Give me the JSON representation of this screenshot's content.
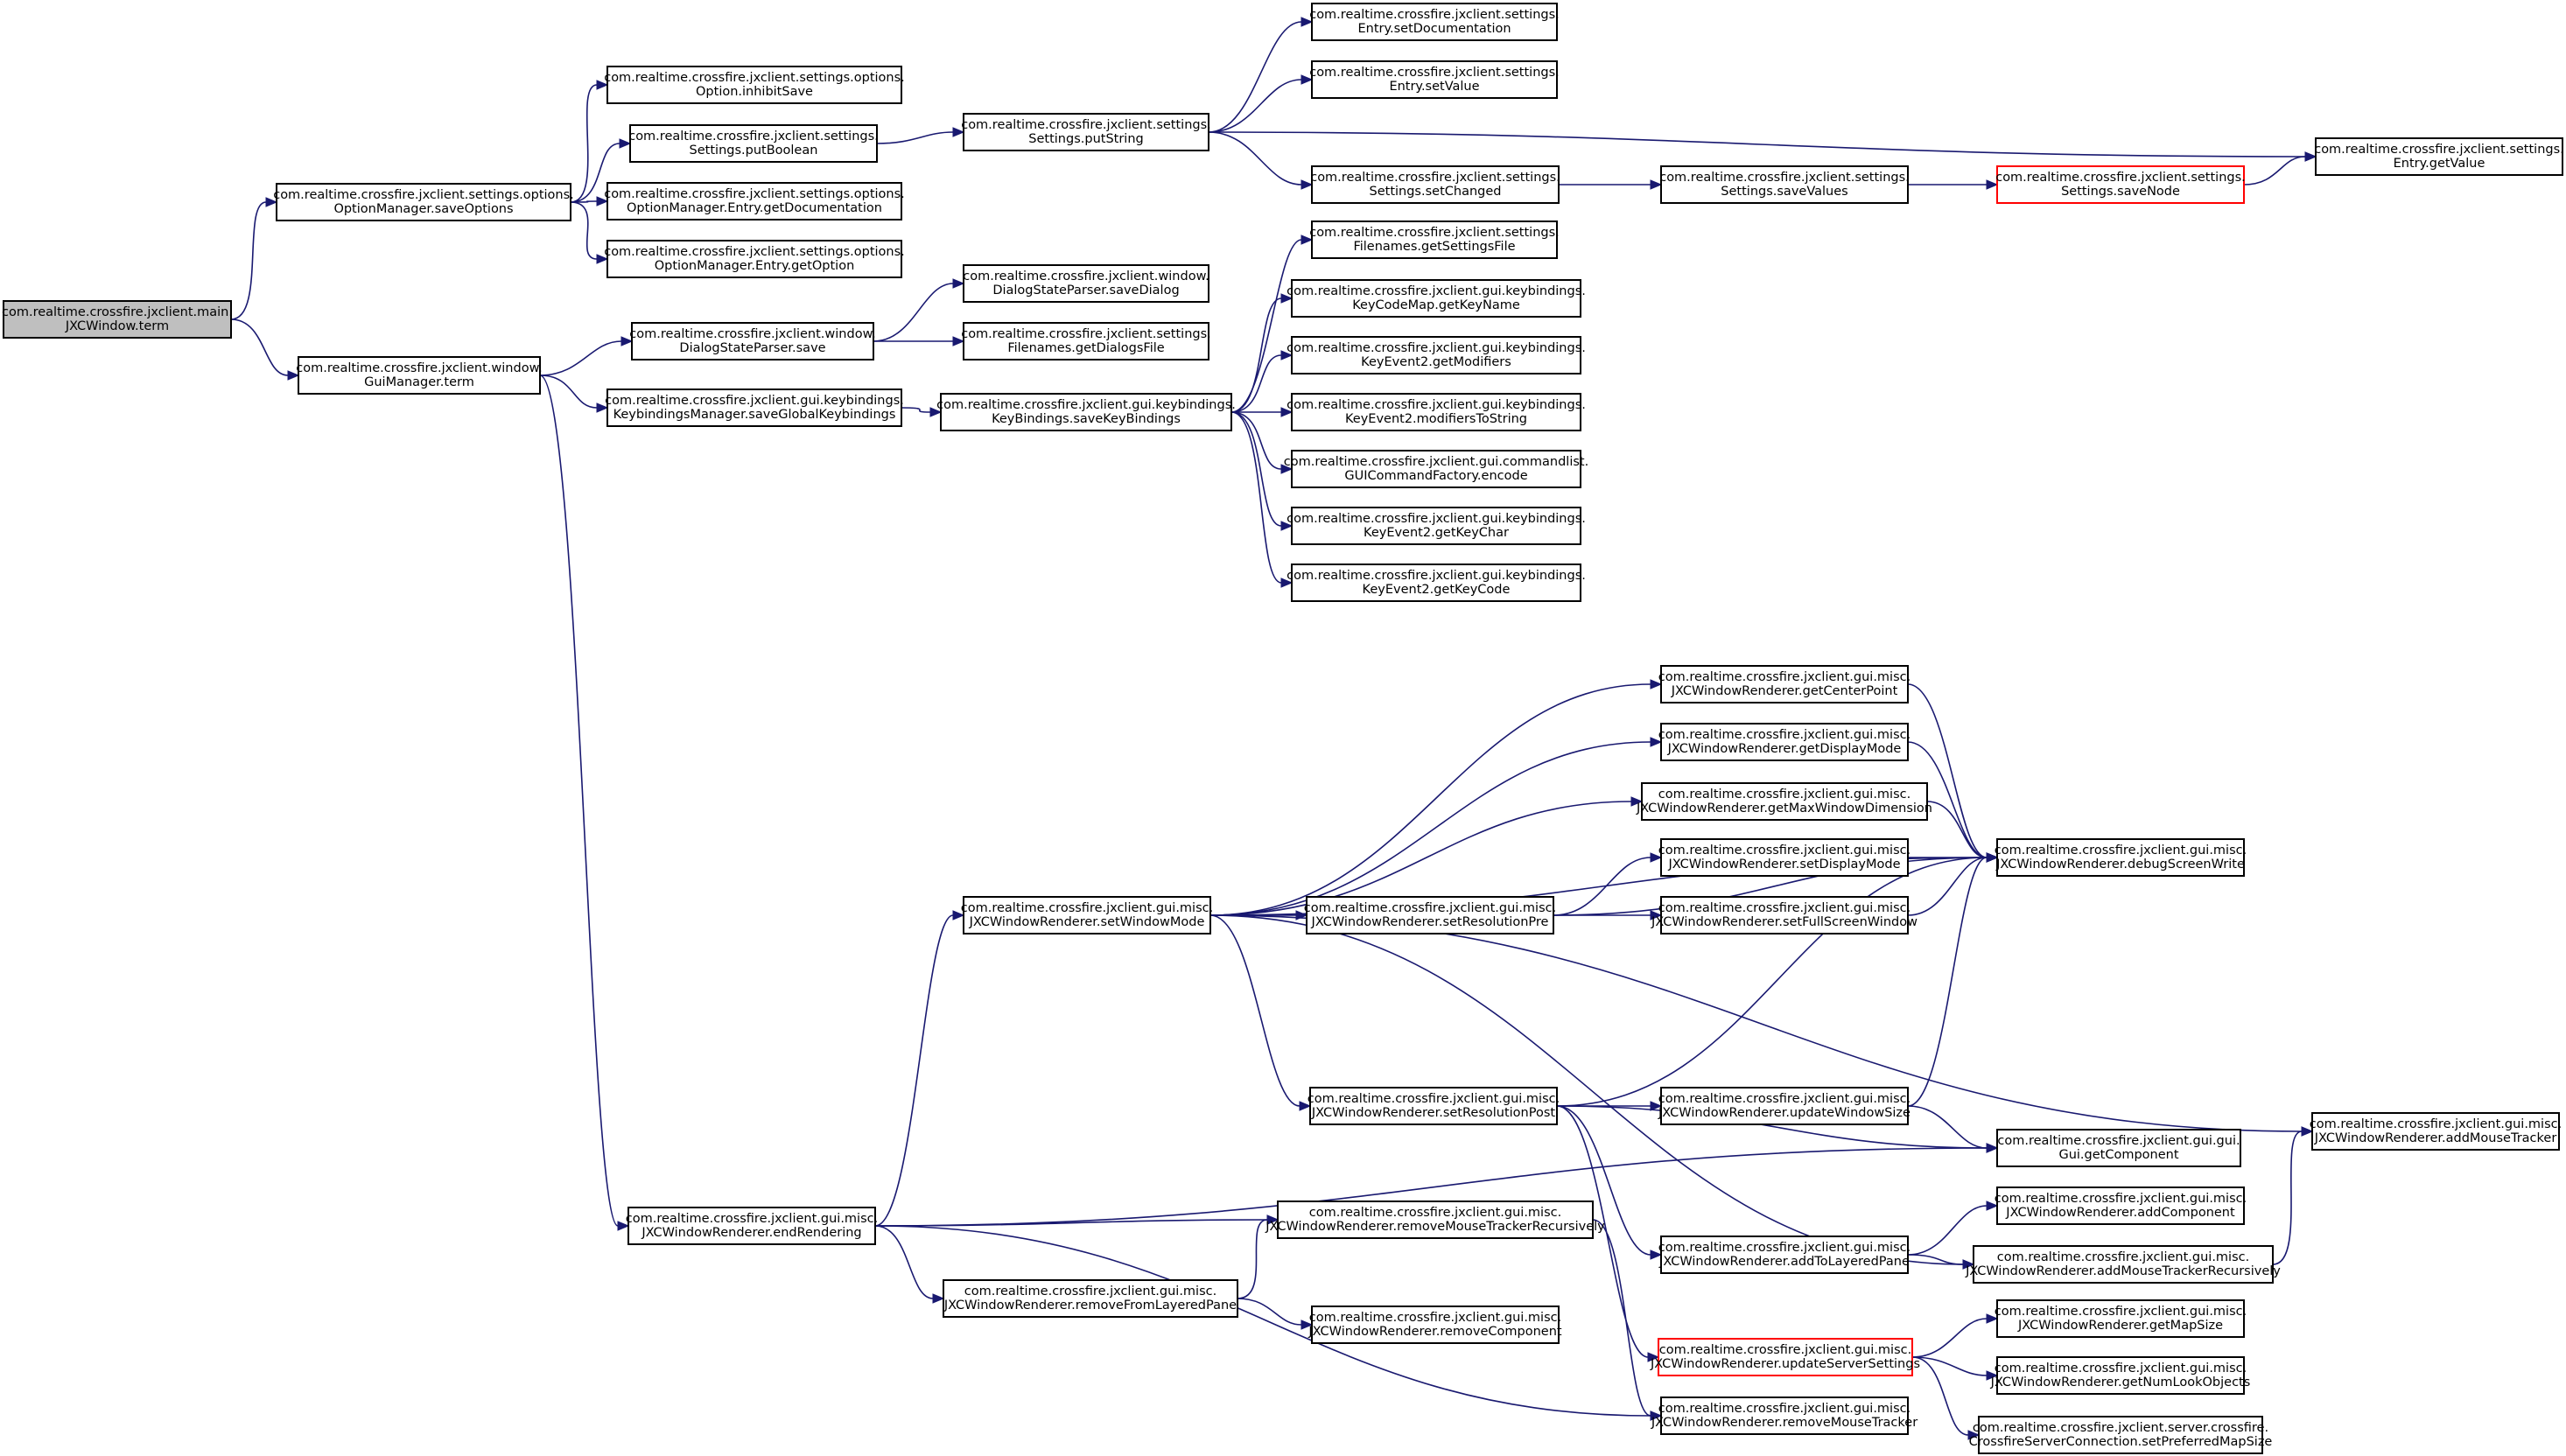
{
  "diagram": {
    "nodes": [
      {
        "id": "root",
        "lines": [
          "com.realtime.crossfire.jxclient.main.",
          "JXCWindow.term"
        ],
        "style": "root"
      },
      {
        "id": "om_save",
        "lines": [
          "com.realtime.crossfire.jxclient.settings.options.",
          "OptionManager.saveOptions"
        ]
      },
      {
        "id": "gui_term",
        "lines": [
          "com.realtime.crossfire.jxclient.window.",
          "GuiManager.term"
        ]
      },
      {
        "id": "opt_inhibit",
        "lines": [
          "com.realtime.crossfire.jxclient.settings.options.",
          "Option.inhibitSave"
        ]
      },
      {
        "id": "put_bool",
        "lines": [
          "com.realtime.crossfire.jxclient.settings.",
          "Settings.putBoolean"
        ]
      },
      {
        "id": "om_getdoc",
        "lines": [
          "com.realtime.crossfire.jxclient.settings.options.",
          "OptionManager.Entry.getDocumentation"
        ]
      },
      {
        "id": "om_getopt",
        "lines": [
          "com.realtime.crossfire.jxclient.settings.options.",
          "OptionManager.Entry.getOption"
        ]
      },
      {
        "id": "put_string",
        "lines": [
          "com.realtime.crossfire.jxclient.settings.",
          "Settings.putString"
        ]
      },
      {
        "id": "entry_setdoc",
        "lines": [
          "com.realtime.crossfire.jxclient.settings.",
          "Entry.setDocumentation"
        ]
      },
      {
        "id": "entry_setval",
        "lines": [
          "com.realtime.crossfire.jxclient.settings.",
          "Entry.setValue"
        ]
      },
      {
        "id": "set_changed",
        "lines": [
          "com.realtime.crossfire.jxclient.settings.",
          "Settings.setChanged"
        ]
      },
      {
        "id": "save_values",
        "lines": [
          "com.realtime.crossfire.jxclient.settings.",
          "Settings.saveValues"
        ]
      },
      {
        "id": "save_node",
        "lines": [
          "com.realtime.crossfire.jxclient.settings.",
          "Settings.saveNode"
        ],
        "style": "red"
      },
      {
        "id": "entry_getval",
        "lines": [
          "com.realtime.crossfire.jxclient.settings.",
          "Entry.getValue"
        ]
      },
      {
        "id": "dsp_save",
        "lines": [
          "com.realtime.crossfire.jxclient.window.",
          "DialogStateParser.save"
        ]
      },
      {
        "id": "dsp_savedialog",
        "lines": [
          "com.realtime.crossfire.jxclient.window.",
          "DialogStateParser.saveDialog"
        ]
      },
      {
        "id": "fn_dialogs",
        "lines": [
          "com.realtime.crossfire.jxclient.settings.",
          "Filenames.getDialogsFile"
        ]
      },
      {
        "id": "fn_settings",
        "lines": [
          "com.realtime.crossfire.jxclient.settings.",
          "Filenames.getSettingsFile"
        ]
      },
      {
        "id": "kbm_save",
        "lines": [
          "com.realtime.crossfire.jxclient.gui.keybindings.",
          "KeybindingsManager.saveGlobalKeybindings"
        ]
      },
      {
        "id": "kb_save",
        "lines": [
          "com.realtime.crossfire.jxclient.gui.keybindings.",
          "KeyBindings.saveKeyBindings"
        ]
      },
      {
        "id": "kcm_keyname",
        "lines": [
          "com.realtime.crossfire.jxclient.gui.keybindings.",
          "KeyCodeMap.getKeyName"
        ]
      },
      {
        "id": "ke_getmod",
        "lines": [
          "com.realtime.crossfire.jxclient.gui.keybindings.",
          "KeyEvent2.getModifiers"
        ]
      },
      {
        "id": "ke_modstr",
        "lines": [
          "com.realtime.crossfire.jxclient.gui.keybindings.",
          "KeyEvent2.modifiersToString"
        ]
      },
      {
        "id": "gcf_encode",
        "lines": [
          "com.realtime.crossfire.jxclient.gui.commandlist.",
          "GUICommandFactory.encode"
        ]
      },
      {
        "id": "ke_keychar",
        "lines": [
          "com.realtime.crossfire.jxclient.gui.keybindings.",
          "KeyEvent2.getKeyChar"
        ]
      },
      {
        "id": "ke_keycode",
        "lines": [
          "com.realtime.crossfire.jxclient.gui.keybindings.",
          "KeyEvent2.getKeyCode"
        ]
      },
      {
        "id": "end_render",
        "lines": [
          "com.realtime.crossfire.jxclient.gui.misc.",
          "JXCWindowRenderer.endRendering"
        ]
      },
      {
        "id": "set_wmode",
        "lines": [
          "com.realtime.crossfire.jxclient.gui.misc.",
          "JXCWindowRenderer.setWindowMode"
        ]
      },
      {
        "id": "get_center",
        "lines": [
          "com.realtime.crossfire.jxclient.gui.misc.",
          "JXCWindowRenderer.getCenterPoint"
        ]
      },
      {
        "id": "get_dmode",
        "lines": [
          "com.realtime.crossfire.jxclient.gui.misc.",
          "JXCWindowRenderer.getDisplayMode"
        ]
      },
      {
        "id": "get_maxdim",
        "lines": [
          "com.realtime.crossfire.jxclient.gui.misc.",
          "JXCWindowRenderer.getMaxWindowDimension"
        ]
      },
      {
        "id": "set_dmode",
        "lines": [
          "com.realtime.crossfire.jxclient.gui.misc.",
          "JXCWindowRenderer.setDisplayMode"
        ]
      },
      {
        "id": "set_respre",
        "lines": [
          "com.realtime.crossfire.jxclient.gui.misc.",
          "JXCWindowRenderer.setResolutionPre"
        ]
      },
      {
        "id": "set_fullscreen",
        "lines": [
          "com.realtime.crossfire.jxclient.gui.misc.",
          "JXCWindowRenderer.setFullScreenWindow"
        ]
      },
      {
        "id": "debug_write",
        "lines": [
          "com.realtime.crossfire.jxclient.gui.misc.",
          "JXCWindowRenderer.debugScreenWrite"
        ]
      },
      {
        "id": "set_respost",
        "lines": [
          "com.realtime.crossfire.jxclient.gui.misc.",
          "JXCWindowRenderer.setResolutionPost"
        ]
      },
      {
        "id": "upd_wsize",
        "lines": [
          "com.realtime.crossfire.jxclient.gui.misc.",
          "JXCWindowRenderer.updateWindowSize"
        ]
      },
      {
        "id": "gui_getcomp",
        "lines": [
          "com.realtime.crossfire.jxclient.gui.gui.",
          "Gui.getComponent"
        ]
      },
      {
        "id": "add_mt",
        "lines": [
          "com.realtime.crossfire.jxclient.gui.misc.",
          "JXCWindowRenderer.addMouseTracker"
        ]
      },
      {
        "id": "rem_mtr",
        "lines": [
          "com.realtime.crossfire.jxclient.gui.misc.",
          "JXCWindowRenderer.removeMouseTrackerRecursively"
        ]
      },
      {
        "id": "rem_flp",
        "lines": [
          "com.realtime.crossfire.jxclient.gui.misc.",
          "JXCWindowRenderer.removeFromLayeredPane"
        ]
      },
      {
        "id": "rem_comp",
        "lines": [
          "com.realtime.crossfire.jxclient.gui.misc.",
          "JXCWindowRenderer.removeComponent"
        ]
      },
      {
        "id": "add_tlp",
        "lines": [
          "com.realtime.crossfire.jxclient.gui.misc.",
          "JXCWindowRenderer.addToLayeredPane"
        ]
      },
      {
        "id": "add_comp",
        "lines": [
          "com.realtime.crossfire.jxclient.gui.misc.",
          "JXCWindowRenderer.addComponent"
        ]
      },
      {
        "id": "add_mtr",
        "lines": [
          "com.realtime.crossfire.jxclient.gui.misc.",
          "JXCWindowRenderer.addMouseTrackerRecursively"
        ]
      },
      {
        "id": "upd_server",
        "lines": [
          "com.realtime.crossfire.jxclient.gui.misc.",
          "JXCWindowRenderer.updateServerSettings"
        ],
        "style": "red"
      },
      {
        "id": "get_mapsize",
        "lines": [
          "com.realtime.crossfire.jxclient.gui.misc.",
          "JXCWindowRenderer.getMapSize"
        ]
      },
      {
        "id": "get_numlook",
        "lines": [
          "com.realtime.crossfire.jxclient.gui.misc.",
          "JXCWindowRenderer.getNumLookObjects"
        ]
      },
      {
        "id": "rem_mt",
        "lines": [
          "com.realtime.crossfire.jxclient.gui.misc.",
          "JXCWindowRenderer.removeMouseTracker"
        ]
      },
      {
        "id": "csc_mapsize",
        "lines": [
          "com.realtime.crossfire.jxclient.server.crossfire.",
          "CrossfireServerConnection.setPreferredMapSize"
        ]
      }
    ],
    "edges": [
      [
        "root",
        "om_save"
      ],
      [
        "root",
        "gui_term"
      ],
      [
        "om_save",
        "opt_inhibit"
      ],
      [
        "om_save",
        "put_bool"
      ],
      [
        "om_save",
        "om_getdoc"
      ],
      [
        "om_save",
        "om_getopt"
      ],
      [
        "put_bool",
        "put_string"
      ],
      [
        "put_string",
        "entry_setdoc"
      ],
      [
        "put_string",
        "entry_setval"
      ],
      [
        "put_string",
        "entry_getval"
      ],
      [
        "put_string",
        "set_changed"
      ],
      [
        "set_changed",
        "save_values"
      ],
      [
        "save_values",
        "save_node"
      ],
      [
        "save_node",
        "entry_getval"
      ],
      [
        "gui_term",
        "dsp_save"
      ],
      [
        "gui_term",
        "kbm_save"
      ],
      [
        "gui_term",
        "end_render"
      ],
      [
        "dsp_save",
        "dsp_savedialog"
      ],
      [
        "dsp_save",
        "fn_dialogs"
      ],
      [
        "kbm_save",
        "kb_save"
      ],
      [
        "kb_save",
        "fn_settings"
      ],
      [
        "kb_save",
        "kcm_keyname"
      ],
      [
        "kb_save",
        "ke_getmod"
      ],
      [
        "kb_save",
        "ke_modstr"
      ],
      [
        "kb_save",
        "gcf_encode"
      ],
      [
        "kb_save",
        "ke_keychar"
      ],
      [
        "kb_save",
        "ke_keycode"
      ],
      [
        "end_render",
        "set_wmode"
      ],
      [
        "end_render",
        "gui_getcomp"
      ],
      [
        "end_render",
        "rem_mtr"
      ],
      [
        "end_render",
        "rem_flp"
      ],
      [
        "end_render",
        "rem_mt"
      ],
      [
        "set_wmode",
        "debug_write"
      ],
      [
        "set_wmode",
        "get_center"
      ],
      [
        "set_wmode",
        "get_dmode"
      ],
      [
        "set_wmode",
        "get_maxdim"
      ],
      [
        "set_wmode",
        "set_respre"
      ],
      [
        "set_wmode",
        "set_respost"
      ],
      [
        "set_wmode",
        "add_mt"
      ],
      [
        "set_wmode",
        "add_mtr"
      ],
      [
        "get_center",
        "debug_write"
      ],
      [
        "get_dmode",
        "debug_write"
      ],
      [
        "get_maxdim",
        "debug_write"
      ],
      [
        "set_respre",
        "set_dmode"
      ],
      [
        "set_respre",
        "set_fullscreen"
      ],
      [
        "set_respre",
        "debug_write"
      ],
      [
        "set_dmode",
        "debug_write"
      ],
      [
        "set_fullscreen",
        "debug_write"
      ],
      [
        "set_respost",
        "debug_write"
      ],
      [
        "set_respost",
        "upd_wsize"
      ],
      [
        "set_respost",
        "gui_getcomp"
      ],
      [
        "set_respost",
        "add_tlp"
      ],
      [
        "set_respost",
        "upd_server"
      ],
      [
        "upd_wsize",
        "debug_write"
      ],
      [
        "upd_wsize",
        "gui_getcomp"
      ],
      [
        "add_tlp",
        "add_comp"
      ],
      [
        "add_tlp",
        "add_mtr"
      ],
      [
        "add_mtr",
        "add_mt"
      ],
      [
        "rem_flp",
        "rem_mtr"
      ],
      [
        "rem_flp",
        "rem_comp"
      ],
      [
        "rem_mtr",
        "rem_mt"
      ],
      [
        "upd_server",
        "get_mapsize"
      ],
      [
        "upd_server",
        "get_numlook"
      ],
      [
        "upd_server",
        "csc_mapsize"
      ]
    ]
  }
}
